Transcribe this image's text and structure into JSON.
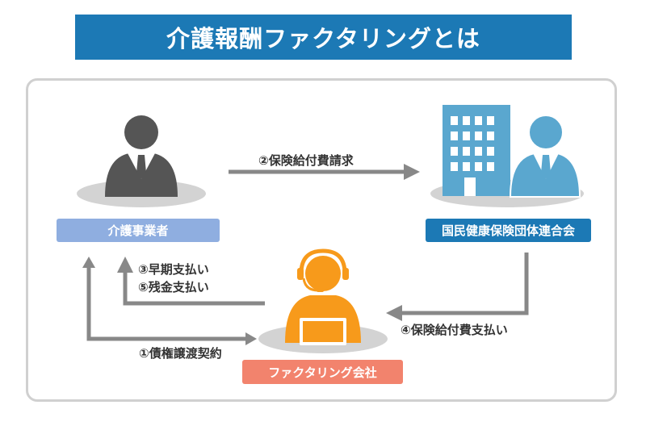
{
  "title": "介護報酬ファクタリングとは",
  "nodes": {
    "provider": "介護事業者",
    "national": "国民健康保険団体連合会",
    "factoring": "ファクタリング会社"
  },
  "arrows": {
    "claim": "②保険給付費請求",
    "early_payment": "③早期支払い",
    "balance_payment": "⑤残金支払い",
    "contract": "①債権譲渡契約",
    "benefit_payment": "④保険給付費支払い"
  },
  "colors": {
    "title_bg": "#1c79b5",
    "provider_label": "#8faee0",
    "national_label": "#1c79b5",
    "factoring_label": "#f2836d",
    "person_dark": "#555555",
    "person_blue": "#5aa7cf",
    "person_orange": "#f79a1b",
    "arrow": "#888888"
  },
  "icons": [
    "business-person-icon",
    "office-building-icon",
    "operator-headset-icon"
  ]
}
